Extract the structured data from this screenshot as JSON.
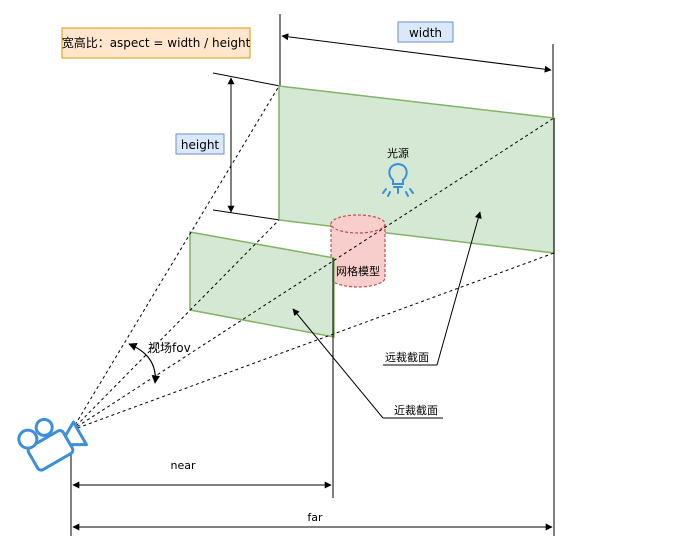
{
  "diagram": {
    "aspect_note": "宽高比：aspect = width / height",
    "width_label": "width",
    "height_label": "height",
    "light_label": "光源",
    "mesh_label": "网格模型",
    "fov_label": "视场fov",
    "far_plane_label": "远裁截面",
    "near_plane_label": "近裁截面",
    "near_label": "near",
    "far_label": "far",
    "icons": [
      "camera-icon",
      "light-bulb-icon"
    ],
    "colors": {
      "plane_fill": "#d5e8d4",
      "plane_stroke": "#82b366",
      "mesh_fill": "#f8cecc",
      "mesh_stroke": "#b85450",
      "note_fill": "#ffe6cc",
      "note_stroke": "#d79b00",
      "label_fill": "#dae8fc",
      "label_stroke": "#6c8ebf",
      "icon_blue": "#3d8fd9"
    }
  }
}
